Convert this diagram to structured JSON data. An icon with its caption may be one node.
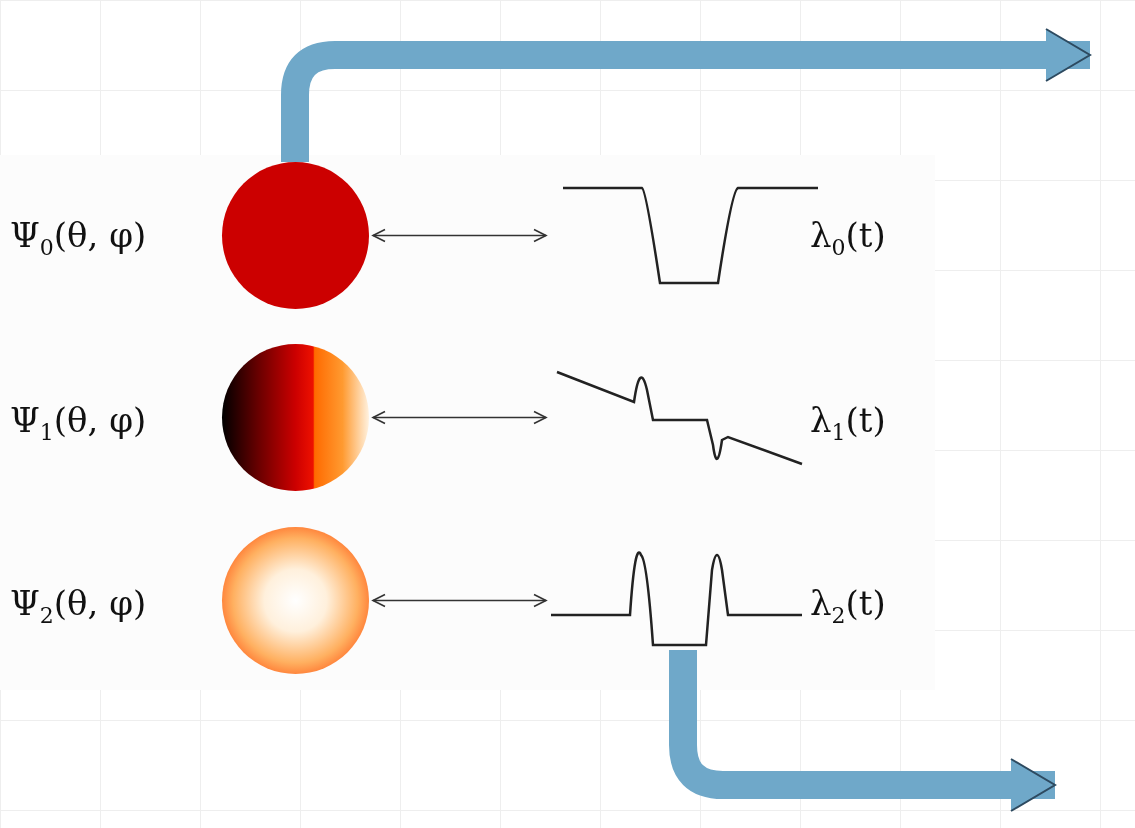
{
  "diagram": {
    "nodes": [
      {
        "text": [],
        "shape": "circle",
        "beside": [
          "Ψ$_{0}$(θ, φ)"
        ]
      },
      {
        "text": [],
        "shape": "picture",
        "beside": [
          "λ$_{0}$(t)"
        ]
      },
      {
        "text": [],
        "shape": "circle",
        "beside": [
          "Ψ$_{1}$(θ, φ)"
        ]
      },
      {
        "text": [],
        "shape": "picture",
        "beside": [
          "λ$_{1}$(t)"
        ]
      },
      {
        "text": [],
        "shape": "circle",
        "beside": [
          "Ψ$_{2}$(θ, φ)"
        ]
      },
      {
        "text": [],
        "shape": "picture",
        "beside": [
          "λ$_{2}$(t)"
        ]
      }
    ],
    "edges": [
      {
        "from": 0,
        "to": 1,
        "arrow": "both"
      },
      {
        "from": 2,
        "to": 3,
        "arrow": "both"
      },
      {
        "from": 4,
        "to": 5,
        "arrow": "both"
      },
      {
        "from": 0,
        "to": null,
        "arrow": "to",
        "style": "thick",
        "color": "#6fa8c9"
      },
      {
        "from": 5,
        "to": null,
        "arrow": "to",
        "style": "thick",
        "color": "#6fa8c9"
      }
    ]
  }
}
